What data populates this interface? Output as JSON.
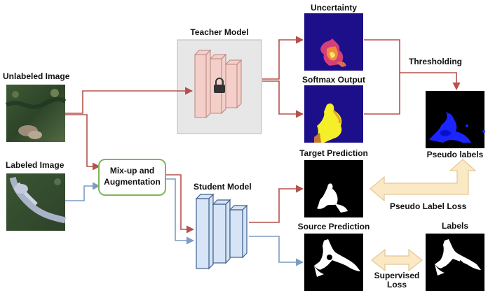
{
  "labels": {
    "teacher_model": "Teacher Model",
    "uncertainty": "Uncertainty",
    "softmax_output": "Softmax Output",
    "thresholding": "Thresholding",
    "unlabeled_image": "Unlabeled Image",
    "labeled_image": "Labeled Image",
    "mixup_line1": "Mix-up and",
    "mixup_line2": "Augmentation",
    "student_model": "Student Model",
    "target_prediction": "Target Prediction",
    "pseudo_labels": "Pseudo labels",
    "pseudo_label_loss": "Pseudo Label Loss",
    "source_prediction": "Source Prediction",
    "labels_title": "Labels",
    "supervised_line1": "Supervised",
    "supervised_line2": "Loss"
  },
  "colors": {
    "red_arrow": "#b5524d",
    "blue_arrow": "#7c9cc4",
    "teacher_fill": "#f4cfc9",
    "teacher_stroke": "#b88680",
    "student_fill": "#d6e4f5",
    "student_stroke": "#3f5e8c",
    "mixup_border": "#7fb65a",
    "loss_arrow_fill": "#fbe8c4",
    "loss_arrow_stroke": "#e2c896",
    "heatmap_bg": "#1d0f8a",
    "pseudo_blue": "#1a25ff"
  },
  "icons": {
    "teacher_lock": "lock-icon"
  }
}
